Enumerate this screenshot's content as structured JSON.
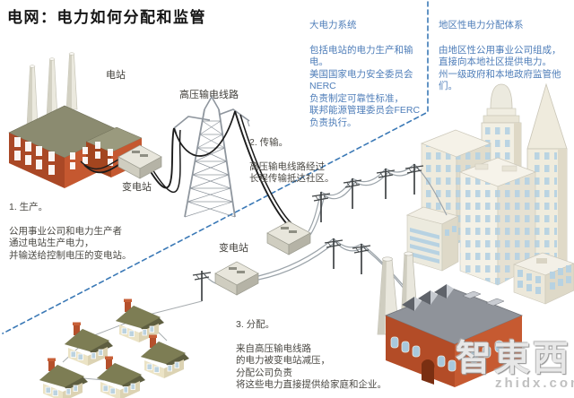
{
  "title": "电网：电力如何分配和监管",
  "annotations": {
    "bulk_system": {
      "heading": "大电力系统",
      "body": "包括电站的电力生产和输电。\n美国国家电力安全委员会NERC\n负责制定可靠性标准，\n联邦能源管理委员会FERC\n负责执行。"
    },
    "regional_system": {
      "heading": "地区性电力分配体系",
      "body": "由地区性公用事业公司组成，\n直接向本地社区提供电力。\n州一级政府和本地政府监管他们。"
    }
  },
  "steps": [
    {
      "label": "1. 生产。",
      "text": "公用事业公司和电力生产者\n通过电站生产电力，\n并输送给控制电压的变电站。"
    },
    {
      "label": "2. 传输。",
      "text": "高压输电线路经过\n长程传输抵达社区。"
    },
    {
      "label": "3. 分配。",
      "text": "来自高压输电线路\n的电力被变电站减压，\n分配公司负责\n将这些电力直接提供给家庭和企业。"
    }
  ],
  "labels": {
    "power_station": "电站",
    "hv_lines": "高压输电线路",
    "substation_1": "变电站",
    "substation_2": "变电站"
  },
  "watermark": {
    "logo_text": "智東西",
    "site": "zhidx.com"
  },
  "colors": {
    "annotation_blue": "#4f7eb9",
    "divider_blue": "#3b79b6",
    "brick_red": "#c55830",
    "brick_red_dark": "#aa4826",
    "roof_olive": "#8b8b70",
    "house_roof": "#7d7d54",
    "window_blue": "#b7d2e2",
    "hv_wire": "#1c1c1c",
    "dist_wire": "#9ba3a9",
    "body_text": "#4a4843"
  }
}
